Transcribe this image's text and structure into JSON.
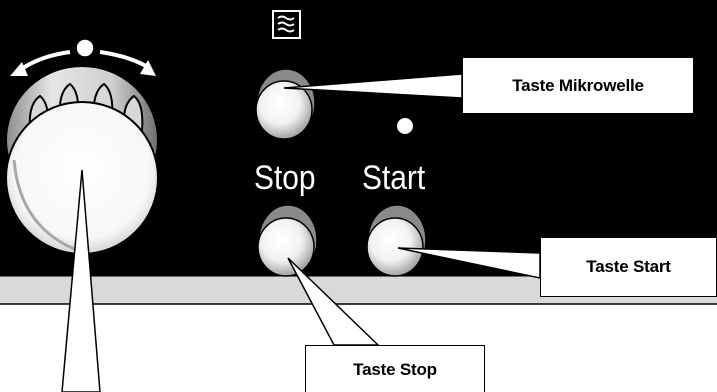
{
  "panel": {
    "labels": {
      "stop": "Stop",
      "start": "Start"
    },
    "icons": {
      "program_selector_arrows": "curved-double-arrow-icon",
      "microwave_symbol": "microwave-waves-icon",
      "indicator_lamp": "indicator-dot-icon"
    }
  },
  "callouts": {
    "microwave": "Taste Mikrowelle",
    "start": "Taste Start",
    "stop": "Taste Stop"
  },
  "colors": {
    "panel": "#000000",
    "strip": "#d9d9d9",
    "callout_background": "#ffffff",
    "text_on_panel": "#ffffff"
  }
}
